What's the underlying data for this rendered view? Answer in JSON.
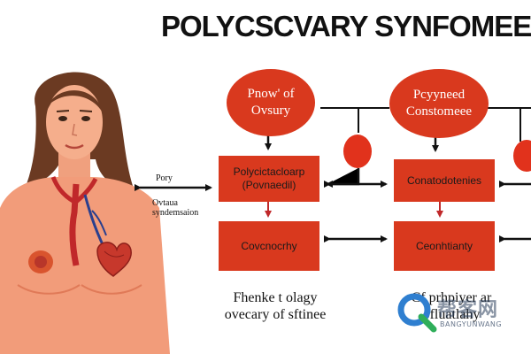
{
  "title": "POLYCSCVARY SYNFOMEE",
  "nodes": {
    "top_left_oval": "Pnow' of\nOvsury",
    "top_right_oval": "Pcyyneed\nConstomeee",
    "mid_left_box": "Polycictacloarp\n(Povnaedil)",
    "mid_right_box": "Conatodotenies",
    "low_left_box": "Covcnocrhy",
    "low_right_box": "Ceonhtianty"
  },
  "side_labels": {
    "upper": "Pory",
    "middle": "Ovtaua\nsyndemsaion"
  },
  "bottom_labels": {
    "left": "Fhenke t olagy\novecary of sftinee",
    "right": "Cf prhpiyer ar\nofluatlahy"
  },
  "watermark": {
    "text": "帮客网",
    "subtext": "BANGYUNWANG"
  },
  "colors": {
    "accent": "#d9391e",
    "skin": "#f29c7a",
    "hair": "#6b3a22",
    "line": "#111111"
  }
}
